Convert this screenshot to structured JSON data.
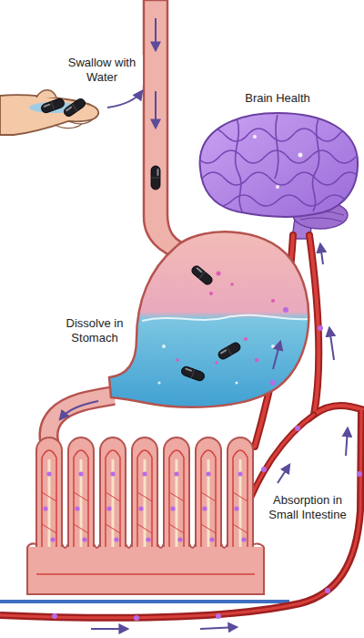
{
  "diagram": {
    "labels": [
      "Swallow with Water",
      "Brain Health",
      "Dissolve in Stomach",
      "Absorption in Small Intestine"
    ]
  }
}
